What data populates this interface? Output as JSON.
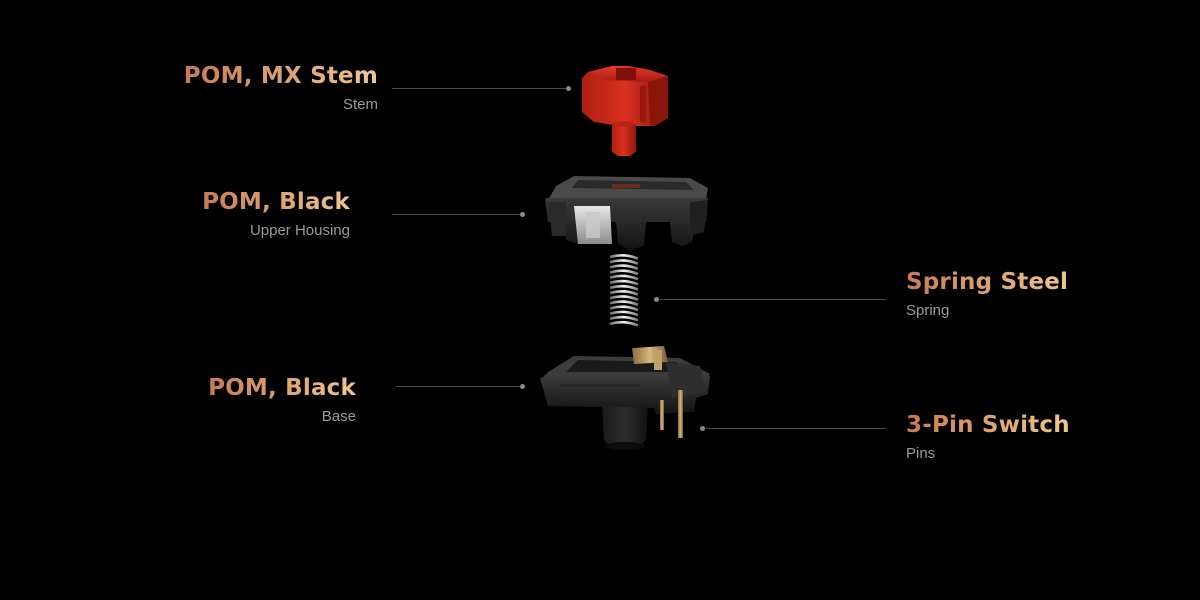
{
  "colors": {
    "background": "#000000",
    "material_text_gradient": [
      "#c97a52",
      "#f0c890"
    ],
    "part_text": "#9a9a9a",
    "leader_line": "#4a4a4a",
    "stem_red": "#c8261a",
    "housing_black": "#1e1e1e"
  },
  "callouts": {
    "stem": {
      "material": "POM, MX Stem",
      "part": "Stem"
    },
    "upper_housing": {
      "material": "POM, Black",
      "part": "Upper Housing"
    },
    "spring": {
      "material": "Spring Steel",
      "part": "Spring"
    },
    "base": {
      "material": "POM, Black",
      "part": "Base"
    },
    "pins": {
      "material": "3-Pin Switch",
      "part": "Pins"
    }
  },
  "illustration": {
    "components": [
      "stem",
      "upper-housing",
      "spring",
      "base",
      "pins"
    ]
  }
}
